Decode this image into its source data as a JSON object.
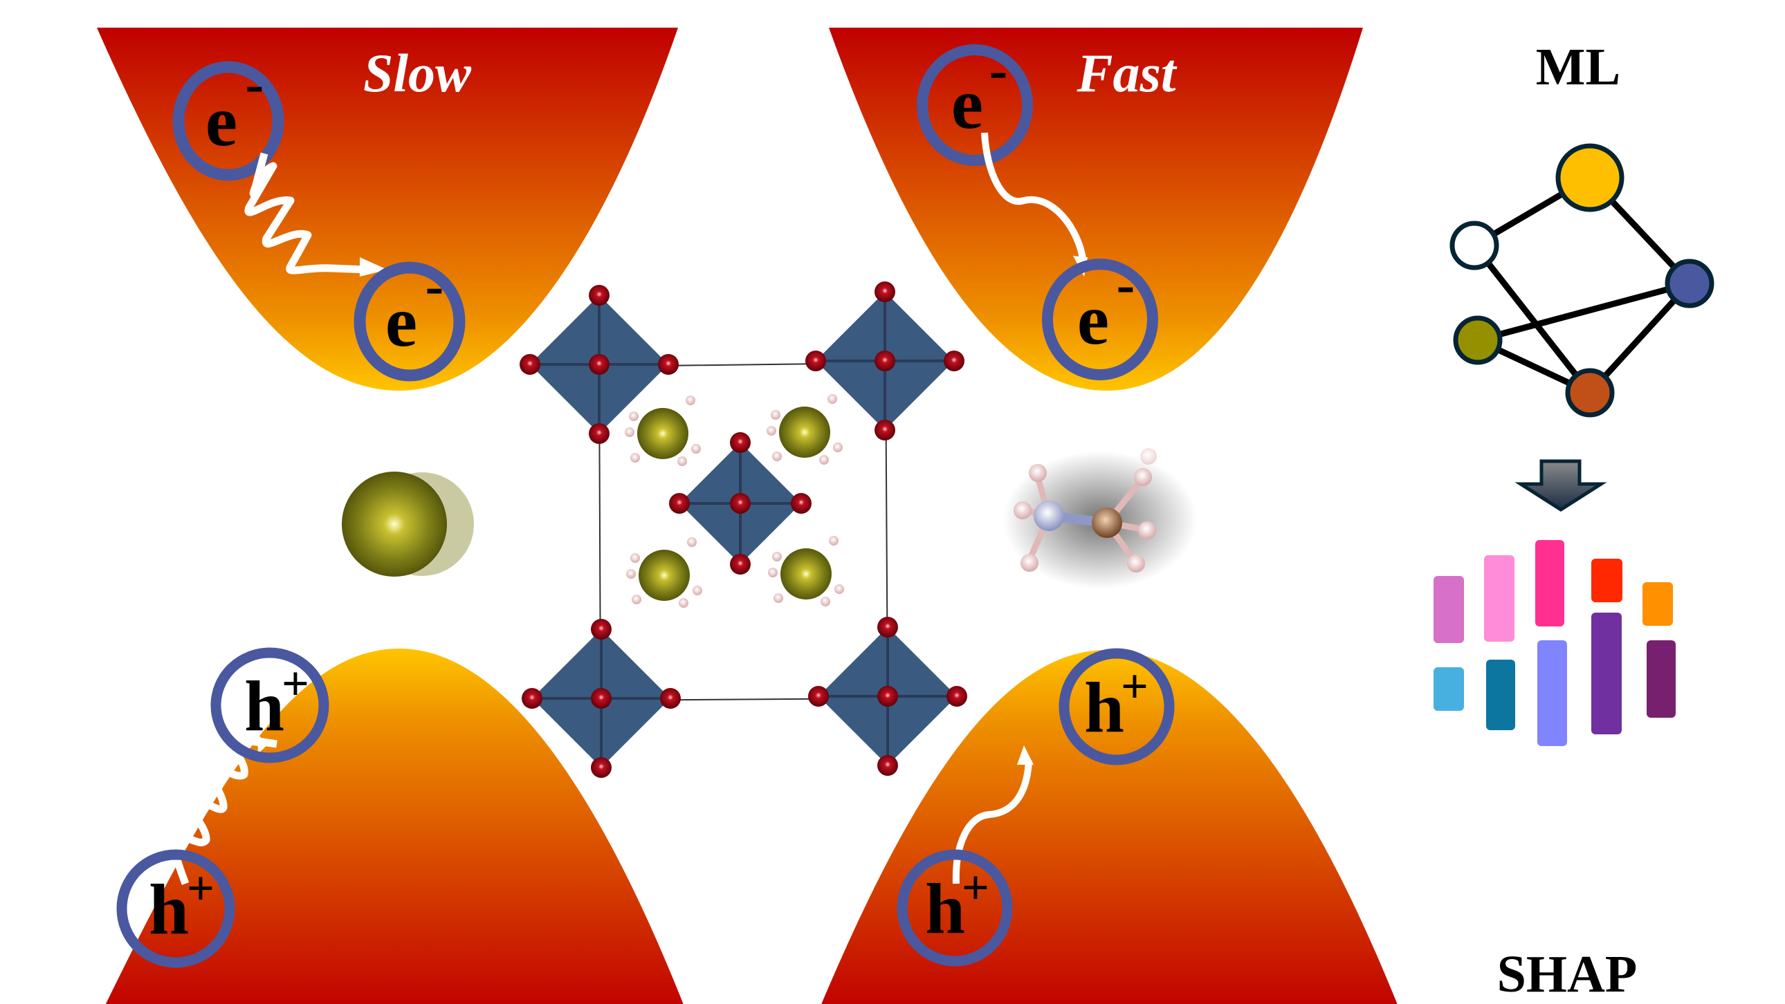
{
  "panels": {
    "slow": {
      "label": "Slow",
      "electron_label": "e",
      "electron_charge": "-",
      "hole_label": "h",
      "hole_charge": "+",
      "transition": "wavy-arrow"
    },
    "fast": {
      "label": "Fast",
      "electron_label": "e",
      "electron_charge": "-",
      "hole_label": "h",
      "hole_charge": "+",
      "transition": "smooth-arrow"
    }
  },
  "structure": {
    "description": "perovskite unit cell with octahedra and organic cations",
    "left_item": "cation-sphere",
    "right_item": "methylammonium-molecule"
  },
  "ml_panel": {
    "title": "ML",
    "network_nodes": [
      {
        "name": "node-yellow",
        "color": "#fdbf00"
      },
      {
        "name": "node-white",
        "color": "#ffffff"
      },
      {
        "name": "node-blue",
        "color": "#4a58a0"
      },
      {
        "name": "node-olive",
        "color": "#949000"
      },
      {
        "name": "node-orange",
        "color": "#c05018"
      }
    ],
    "edges": [
      [
        "node-white",
        "node-yellow"
      ],
      [
        "node-yellow",
        "node-blue"
      ],
      [
        "node-white",
        "node-orange"
      ],
      [
        "node-olive",
        "node-blue"
      ],
      [
        "node-olive",
        "node-orange"
      ],
      [
        "node-blue",
        "node-orange"
      ]
    ],
    "arrow": "down-arrow",
    "shap_title": "SHAP",
    "shap_bars": [
      {
        "color": "#d670c8"
      },
      {
        "color": "#ff8cd8"
      },
      {
        "color": "#ff3090"
      },
      {
        "color": "#ff2800"
      },
      {
        "color": "#ff9000"
      },
      {
        "color": "#48b0e0"
      },
      {
        "color": "#0c76a0"
      },
      {
        "color": "#8084ff"
      },
      {
        "color": "#7030a0"
      },
      {
        "color": "#782070"
      }
    ]
  },
  "colors": {
    "well_top": "#c00000",
    "well_bottom": "#ffc000",
    "carrier_ring": "#4a58a0",
    "octahedron": "#3a5a80",
    "oxygen": "#8a0a10",
    "cation": "#8a8a10"
  }
}
